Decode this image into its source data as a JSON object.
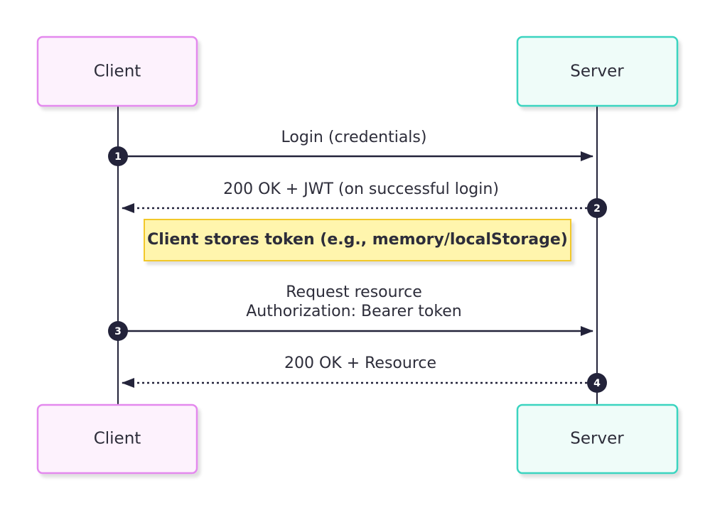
{
  "participants": {
    "client": {
      "label": "Client",
      "fill": "#fdf2fd",
      "stroke": "#e489ee"
    },
    "server": {
      "label": "Server",
      "fill": "#effcf9",
      "stroke": "#3ad4c0"
    }
  },
  "messages": [
    {
      "number": "1",
      "label": "Login (credentials)",
      "direction": "client-to-server",
      "style": "solid"
    },
    {
      "number": "2",
      "label": "200 OK + JWT (on successful login)",
      "direction": "server-to-client",
      "style": "dotted"
    },
    {
      "number": "3",
      "label_lines": [
        "Request resource",
        "Authorization: Bearer token"
      ],
      "direction": "client-to-server",
      "style": "solid"
    },
    {
      "number": "4",
      "label": "200 OK + Resource",
      "direction": "server-to-client",
      "style": "dotted"
    }
  ],
  "note": {
    "text": "Client stores token (e.g., memory/localStorage)",
    "fill": "#fff5ad",
    "stroke": "#f2c82a"
  },
  "colors": {
    "line": "#23233a",
    "badge": "#23233a"
  }
}
